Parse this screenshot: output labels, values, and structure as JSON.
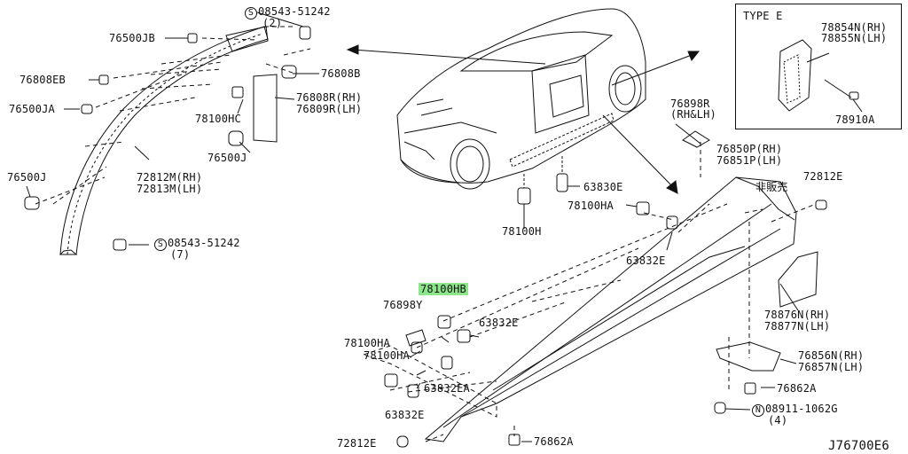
{
  "labels": {
    "screw_top": "08543-51242",
    "screw_top_qty": "(2)",
    "p76500JB": "76500JB",
    "p76808EB": "76808EB",
    "p76500JA": "76500JA",
    "p76500J_left": "76500J",
    "p76808B": "76808B",
    "p76808R": "76808R(RH)",
    "p76809R": "76809R(LH)",
    "p78100HC": "78100HC",
    "p76500J_mid": "76500J",
    "p72812M": "72812M(RH)",
    "p72813M": "72813M(LH)",
    "screw_bottom": "08543-51242",
    "screw_bottom_qty": "(7)",
    "type_e": "TYPE E",
    "p78854N": "78854N(RH)",
    "p78855N": "78855N(LH)",
    "p78910A": "78910A",
    "p76898R_a": "76898R",
    "p76898R_b": "(RH&LH)",
    "p76850P": "76850P(RH)",
    "p76851P": "76851P(LH)",
    "not_for_sale": "非販売",
    "p72812E_right": "72812E",
    "p63830E": "63830E",
    "p78100HA_top": "78100HA",
    "p78100H": "78100H",
    "p63832E_right": "63832E",
    "p78100HB": "78100HB",
    "p76898Y": "76898Y",
    "p63832E_mid": "63832E",
    "p78100HA_a": "78100HA",
    "p78100HA_b": "78100HA",
    "p63832EA": "63832EA",
    "p63832E_low": "63832E",
    "p72812E_bottom": "72812E",
    "p76862A_bottom": "76862A",
    "p78876N": "78876N(RH)",
    "p78877N": "78877N(LH)",
    "p76856N": "76856N(RH)",
    "p76857N": "76857N(LH)",
    "p76862A_right": "76862A",
    "nut": "08911-1062G",
    "nut_qty": "(4)",
    "diagram_code": "J76700E6"
  },
  "symbols": {
    "screw": "S",
    "nut": "N"
  },
  "highlight_color": "#8ee68a",
  "line_color": "#111111"
}
